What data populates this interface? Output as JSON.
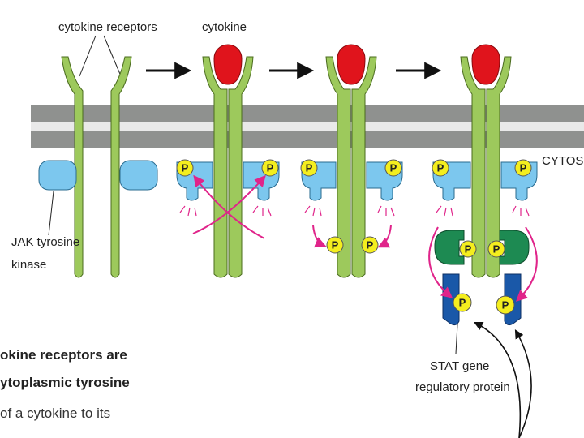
{
  "labels": {
    "cytokine_receptors": "cytokine receptors",
    "cytokine": "cytokine",
    "cytosol": "CYTOSOL",
    "jak_line1": "JAK tyrosine",
    "jak_line2": "kinase",
    "stat_line1": "STAT gene",
    "stat_line2": "regulatory protein",
    "phosphate": "P"
  },
  "caption": {
    "line1": "okine receptors are",
    "line2": "ytoplasmic tyrosine",
    "line3": "of a cytokine to its",
    "line4": ""
  },
  "colors": {
    "membrane": "#8f918f",
    "membrane_core": "#e9e9e9",
    "receptor": "#9dc95c",
    "receptor_stroke": "#4a6b1e",
    "cytokine": "#e0141c",
    "jak": "#7cc7ee",
    "phosphate": "#f4ee1e",
    "arrow_magenta": "#e0248a",
    "stat_blue": "#1a58a8",
    "stat_green": "#1d8a52"
  }
}
